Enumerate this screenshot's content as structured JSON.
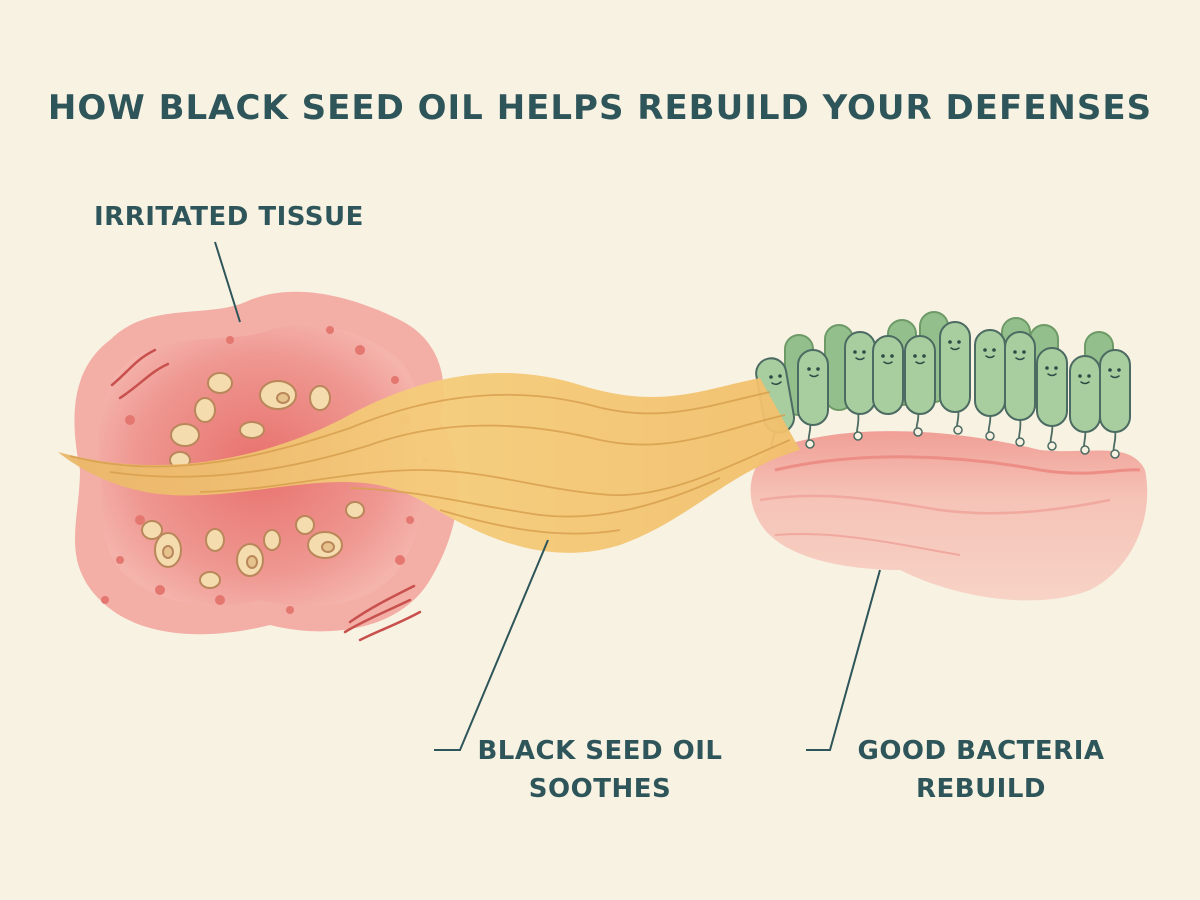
{
  "title": "HOW BLACK SEED OIL HELPS REBUILD YOUR DEFENSES",
  "labels": {
    "irritated": "IRRITATED TISSUE",
    "oil_line1": "BLACK SEED OIL",
    "oil_line2": "SOOTHES",
    "bacteria_line1": "GOOD BACTERIA",
    "bacteria_line2": "REBUILD"
  },
  "colors": {
    "background": "#f8f2e2",
    "text": "#2e555a",
    "irritated_tissue": "#e98b86",
    "oil": "#f0c56e",
    "bacteria": "#9fc597",
    "healthy_tissue": "#f3b7ab"
  }
}
